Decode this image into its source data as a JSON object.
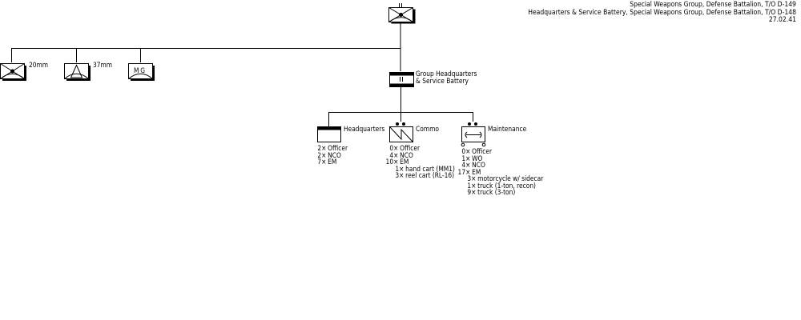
{
  "header": {
    "line1": "Special Weapons Group, Defense Battalion, T/O D-149",
    "line2": "Headquarters & Service Battery, Special Weapons Group, Defense Battalion, T/O D-148",
    "date": "27.02.41"
  },
  "units": {
    "top": {
      "size_marker": "II",
      "symbol": "antiaircraft-machinegun"
    },
    "aa20": {
      "label": "20mm",
      "symbol": "antiaircraft-machinegun"
    },
    "aa37": {
      "label": "37mm",
      "symbol": "antiaircraft-artillery"
    },
    "mg": {
      "label": "MG",
      "symbol": "machinegun"
    },
    "hq_battery": {
      "size_marker": "II",
      "label_line1": "Group Headquarters",
      "label_line2": "& Service Battery"
    },
    "headquarters": {
      "label": "Headquarters",
      "personnel": [
        {
          "qty": "2×",
          "item": "Officer"
        },
        {
          "qty": "2×",
          "item": "NCO"
        },
        {
          "qty": "7×",
          "item": "EM"
        }
      ]
    },
    "commo": {
      "label": "Commo",
      "size_marker": "••",
      "personnel": [
        {
          "qty": "0×",
          "item": "Officer"
        },
        {
          "qty": "4×",
          "item": "NCO"
        },
        {
          "qty": "10×",
          "item": "EM"
        }
      ],
      "equipment": [
        {
          "qty": "1×",
          "item": "hand cart (MM1)"
        },
        {
          "qty": "3×",
          "item": "reel cart (RL-16)"
        }
      ]
    },
    "maintenance": {
      "label": "Maintenance",
      "size_marker": "••",
      "personnel": [
        {
          "qty": "0×",
          "item": "Officer"
        },
        {
          "qty": "1×",
          "item": "WO"
        },
        {
          "qty": "4×",
          "item": "NCO"
        },
        {
          "qty": "17×",
          "item": "EM"
        }
      ],
      "equipment": [
        {
          "qty": "3×",
          "item": "motorcycle w/ sidecar"
        },
        {
          "qty": "1×",
          "item": "truck (1-ton, recon)"
        },
        {
          "qty": "9×",
          "item": "truck (3-ton)"
        }
      ]
    }
  }
}
